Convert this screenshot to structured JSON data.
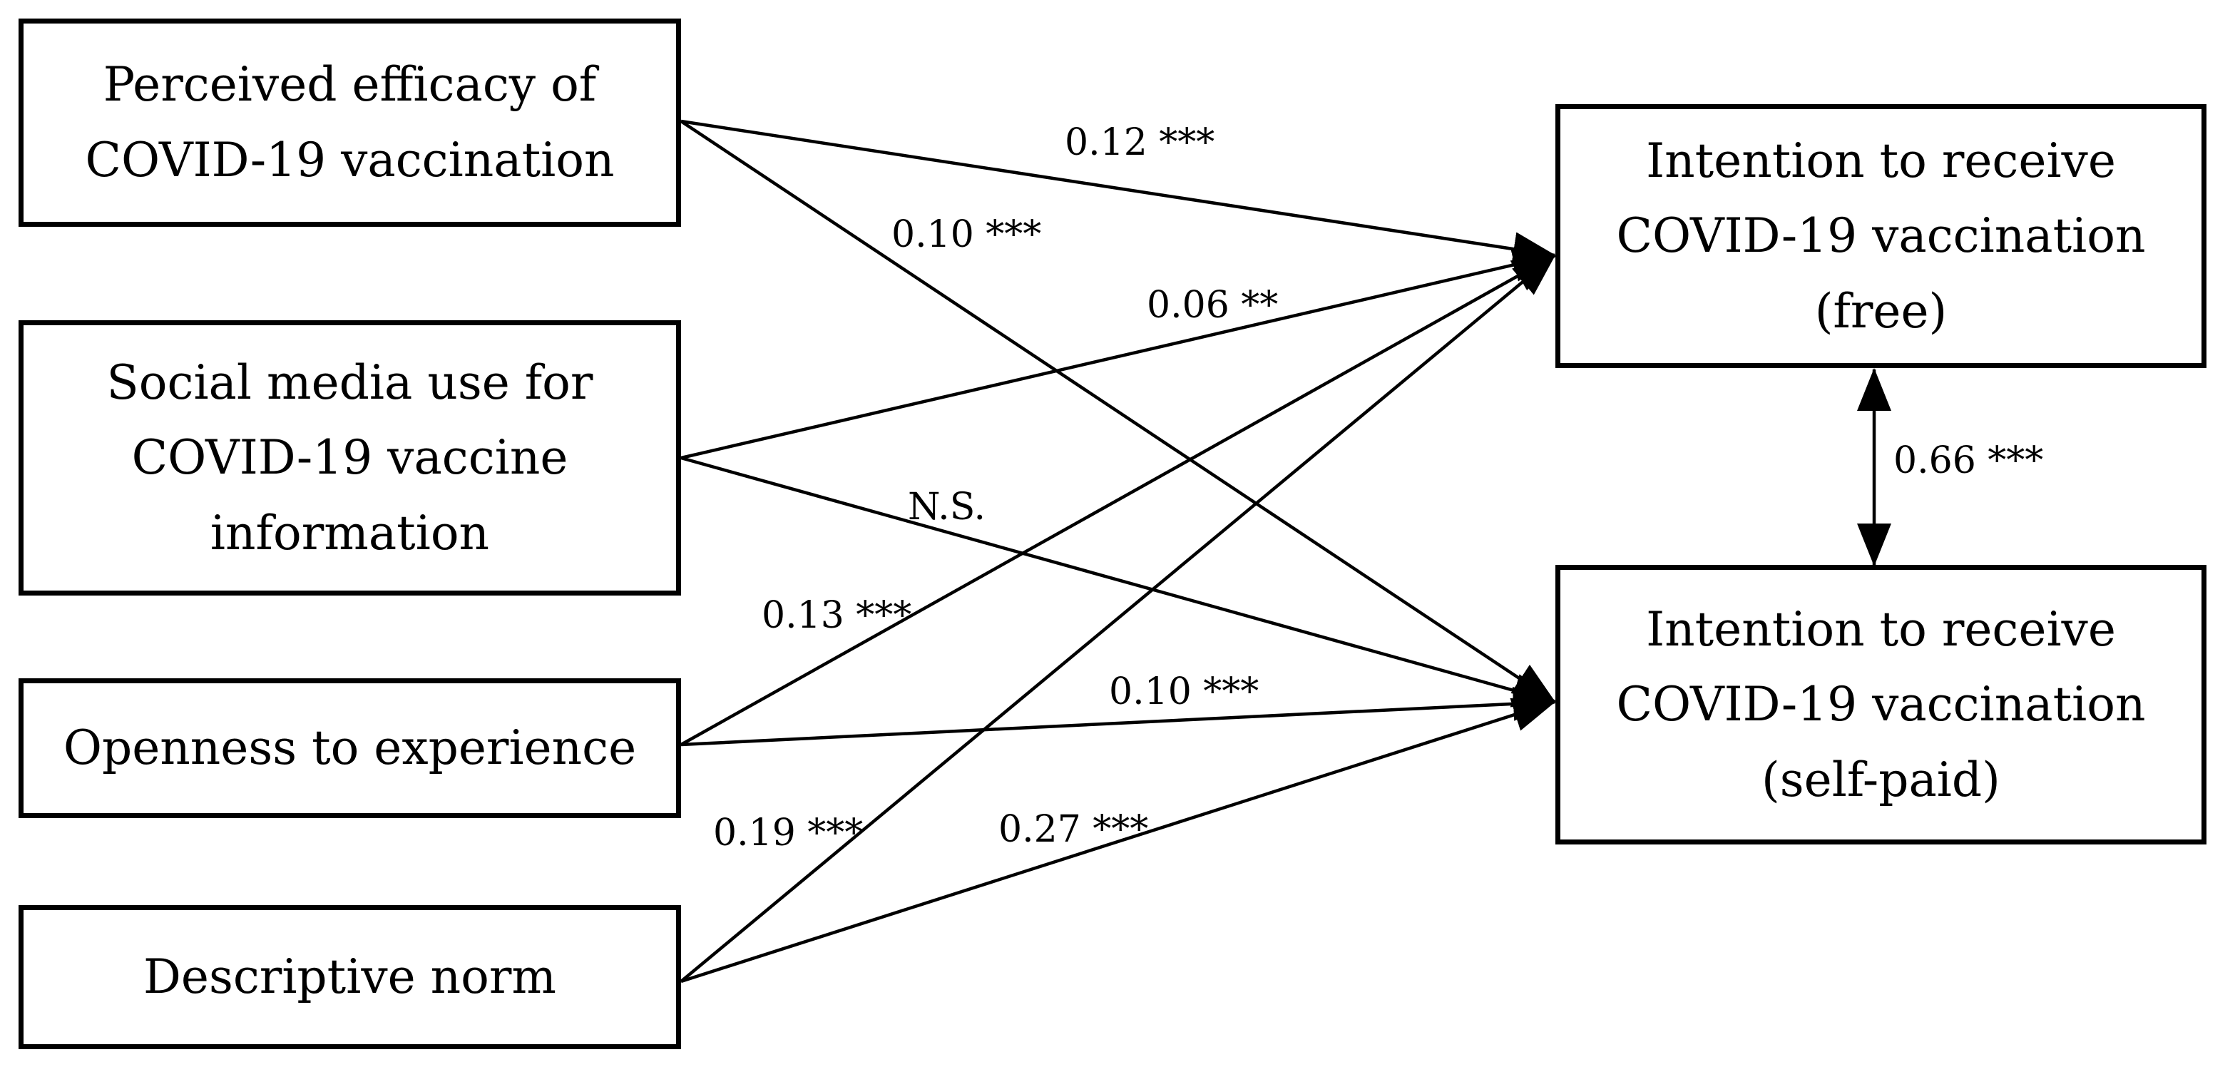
{
  "boxes": {
    "efficacy": "Perceived efficacy of\nCOVID-19 vaccination",
    "social_media": "Social media use for\nCOVID-19 vaccine\ninformation",
    "openness": "Openness to experience",
    "norm": "Descriptive norm",
    "free": "Intention to receive\nCOVID-19 vaccination\n(free)",
    "self_paid": "Intention to receive\nCOVID-19 vaccination\n(self-paid)"
  },
  "paths": [
    {
      "id": "efficacy-to-free",
      "from": "Perceived efficacy of COVID-19 vaccination",
      "to": "Intention to receive COVID-19 vaccination (free)",
      "label": "0.12 ***"
    },
    {
      "id": "efficacy-to-selfpaid",
      "from": "Perceived efficacy of COVID-19 vaccination",
      "to": "Intention to receive COVID-19 vaccination (self-paid)",
      "label": "0.10 ***"
    },
    {
      "id": "social-to-free",
      "from": "Social media use for COVID-19 vaccine information",
      "to": "Intention to receive COVID-19 vaccination (free)",
      "label": "0.06 **"
    },
    {
      "id": "social-to-selfpaid",
      "from": "Social media use for COVID-19 vaccine information",
      "to": "Intention to receive COVID-19 vaccination (self-paid)",
      "label": "N.S."
    },
    {
      "id": "openness-to-free",
      "from": "Openness to experience",
      "to": "Intention to receive COVID-19 vaccination (free)",
      "label": "0.13 ***"
    },
    {
      "id": "openness-to-selfpaid",
      "from": "Openness to experience",
      "to": "Intention to receive COVID-19 vaccination (self-paid)",
      "label": "0.10 ***"
    },
    {
      "id": "norm-to-free",
      "from": "Descriptive norm",
      "to": "Intention to receive COVID-19 vaccination (free)",
      "label": "0.19 ***"
    },
    {
      "id": "norm-to-selfpaid",
      "from": "Descriptive norm",
      "to": "Intention to receive COVID-19 vaccination (self-paid)",
      "label": "0.27 ***"
    }
  ],
  "correlation": {
    "from": "Intention to receive COVID-19 vaccination (free)",
    "to": "Intention to receive COVID-19 vaccination (self-paid)",
    "label": "0.66 ***"
  }
}
